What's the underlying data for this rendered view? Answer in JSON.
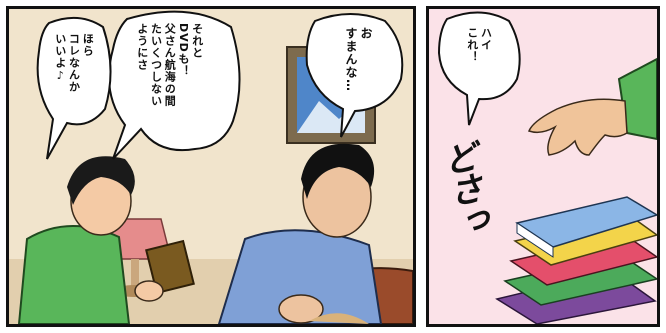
{
  "left_panel": {
    "bubble_son_main": [
      "それと",
      "DVDも！",
      "父さん航海の間",
      "たいくつしない",
      "ようにさ"
    ],
    "bubble_son_small": [
      "ほら",
      "コレなんか",
      "いいよ♪"
    ],
    "bubble_father": [
      "お",
      "すまんな…"
    ]
  },
  "right_panel": {
    "bubble_hand": [
      "ハイ",
      "これ！"
    ],
    "sound_effect": "どさっ"
  },
  "colors": {
    "wall": "#f1e4cc",
    "pink_bg": "#fbe2e8",
    "son_shirt": "#59b65a",
    "father_shirt": "#7fa0d6",
    "sofa": "#9a4b2b"
  }
}
